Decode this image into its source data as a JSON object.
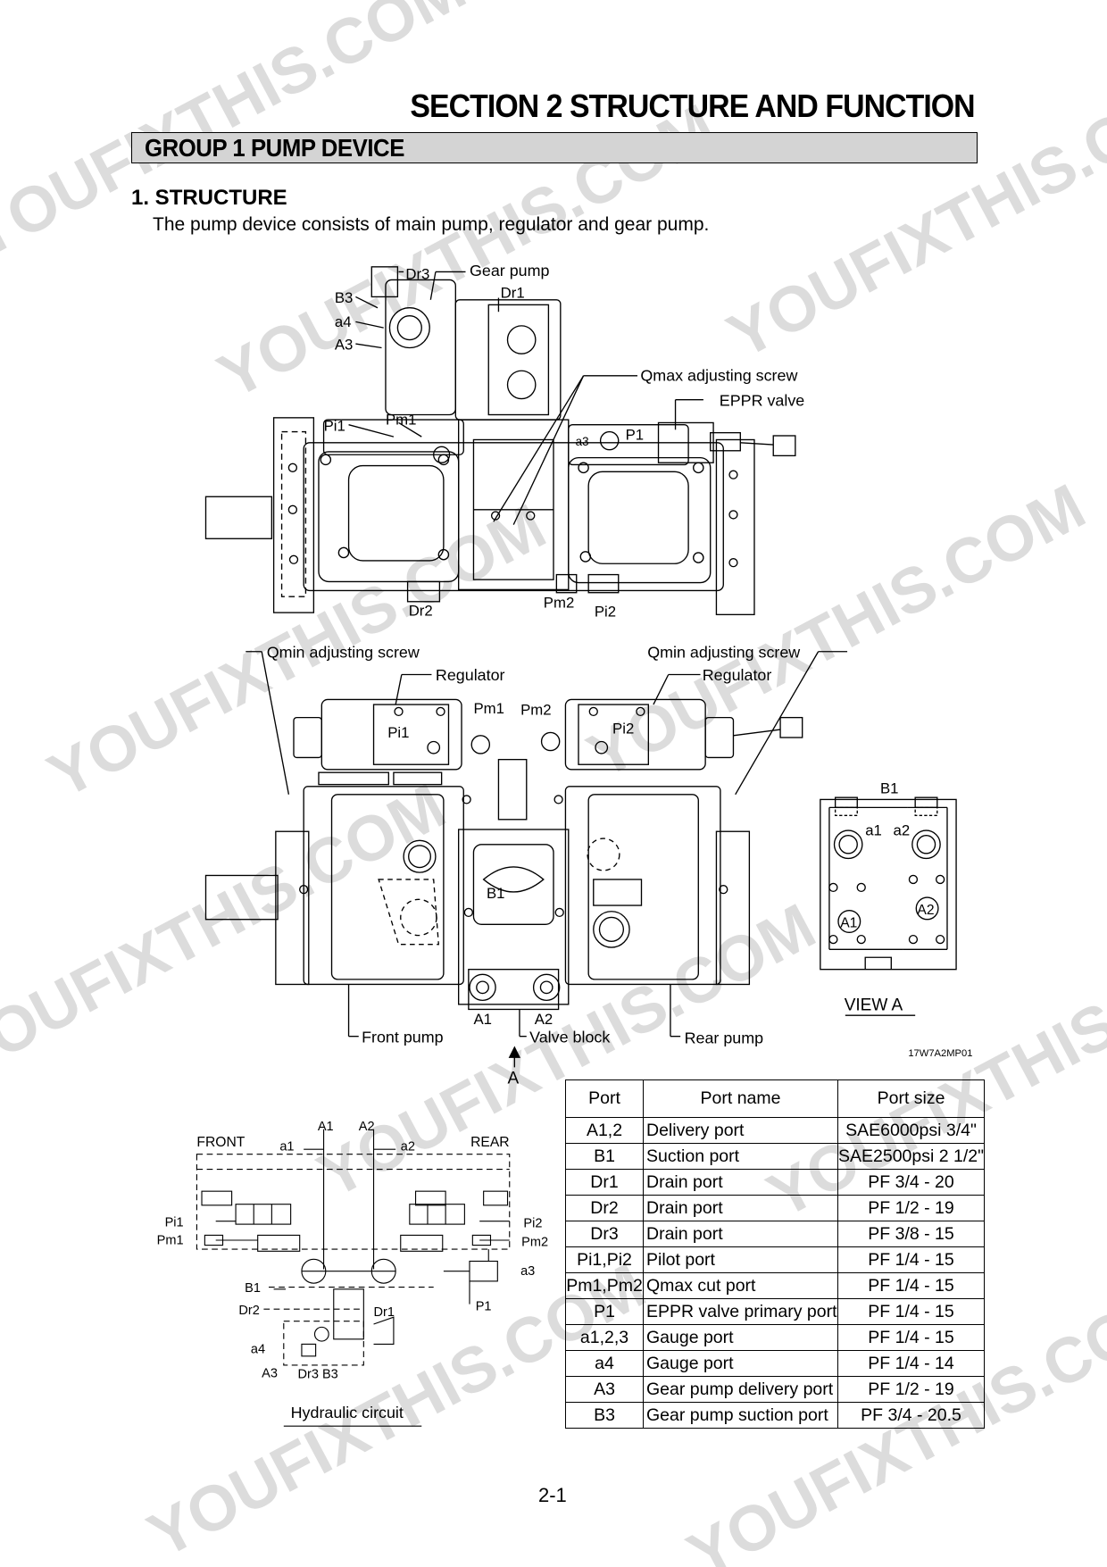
{
  "header": {
    "section_title": "SECTION  2  STRUCTURE AND FUNCTION",
    "group_title": "GROUP  1  PUMP DEVICE"
  },
  "structure": {
    "heading": "1. STRUCTURE",
    "intro": "The pump device consists of main pump, regulator and gear pump."
  },
  "top_view": {
    "labels": {
      "dr3": "Dr3",
      "gear_pump": "Gear pump",
      "dr1": "Dr1",
      "b3": "B3",
      "a4": "a4",
      "a3_port": "A3",
      "qmax": "Qmax adjusting screw",
      "eppr": "EPPR valve",
      "pi1": "Pi1",
      "pm1": "Pm1",
      "a3_gauge": "a3",
      "p1": "P1",
      "dr2": "Dr2",
      "pm2": "Pm2",
      "pi2": "Pi2"
    }
  },
  "front_view": {
    "labels": {
      "qmin_left": "Qmin adjusting screw",
      "regulator_left": "Regulator",
      "qmin_right": "Qmin adjusting screw",
      "regulator_right": "Regulator",
      "pm1": "Pm1",
      "pm2": "Pm2",
      "pi1": "Pi1",
      "pi2": "Pi2",
      "b1": "B1",
      "a1": "A1",
      "a2": "A2",
      "front_pump": "Front pump",
      "valve_block": "Valve block",
      "rear_pump": "Rear pump",
      "arrow_a": "A"
    }
  },
  "view_a": {
    "labels": {
      "b1": "B1",
      "a1_gauge": "a1",
      "a2_gauge": "a2",
      "a1_port": "A1",
      "a2_port": "A2"
    },
    "caption": "VIEW  A"
  },
  "drawing_code": "17W7A2MP01",
  "hydraulic_circuit": {
    "labels": {
      "a1_port": "A1",
      "a2_port": "A2",
      "front": "FRONT",
      "rear": "REAR",
      "a1": "a1",
      "a2": "a2",
      "pi1": "Pi1",
      "pm1": "Pm1",
      "pi2": "Pi2",
      "pm2": "Pm2",
      "a3": "a3",
      "b1": "B1",
      "dr2": "Dr2",
      "dr1": "Dr1",
      "p1": "P1",
      "a4": "a4",
      "a3_port": "A3",
      "dr3_b3": "Dr3 B3"
    },
    "caption": "Hydraulic circuit"
  },
  "port_table": {
    "headers": [
      "Port",
      "Port name",
      "Port size"
    ],
    "rows": [
      [
        "A1,2",
        "Delivery port",
        "SAE6000psi 3/4\""
      ],
      [
        "B1",
        "Suction port",
        "SAE2500psi 2 1/2\""
      ],
      [
        "Dr1",
        "Drain port",
        "PF 3/4 - 20"
      ],
      [
        "Dr2",
        "Drain port",
        "PF 1/2 - 19"
      ],
      [
        "Dr3",
        "Drain port",
        "PF 3/8 - 15"
      ],
      [
        "Pi1,Pi2",
        "Pilot port",
        "PF 1/4 - 15"
      ],
      [
        "Pm1,Pm2",
        "Qmax cut port",
        "PF 1/4 - 15"
      ],
      [
        "P1",
        "EPPR valve primary port",
        "PF 1/4 - 15"
      ],
      [
        "a1,2,3",
        "Gauge port",
        "PF 1/4 - 15"
      ],
      [
        "a4",
        "Gauge port",
        "PF 1/4 - 14"
      ],
      [
        "A3",
        "Gear pump delivery port",
        "PF 1/2 - 19"
      ],
      [
        "B3",
        "Gear pump suction port",
        "PF 3/4 - 20.5"
      ]
    ]
  },
  "page_number": "2-1",
  "watermark": "YOUFIXTHIS.COM",
  "colors": {
    "header_bar": "#d4d4d4",
    "watermark": "#d9d9d9",
    "line": "#000000"
  }
}
